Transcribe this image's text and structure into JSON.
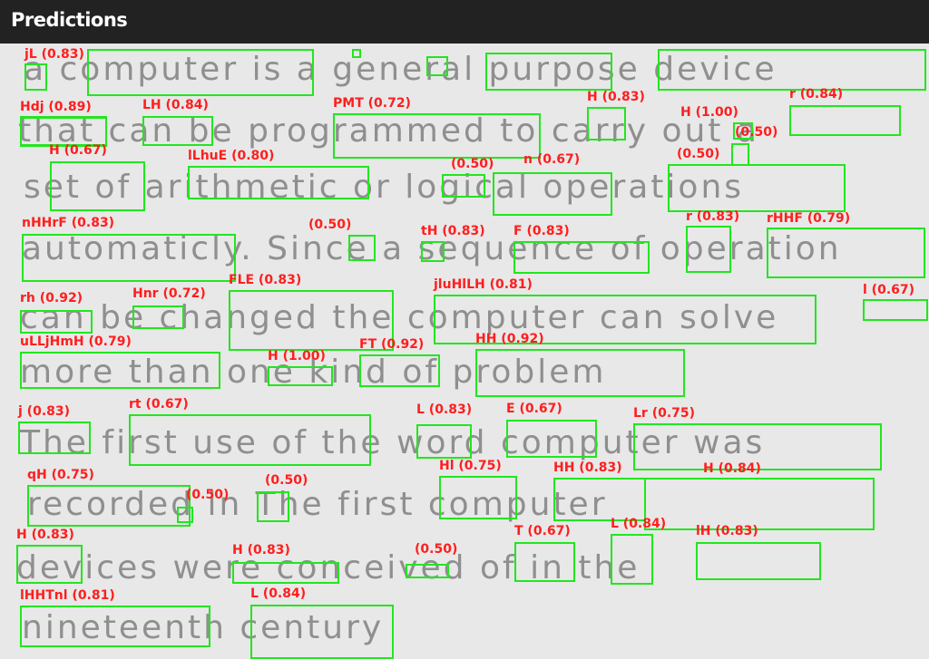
{
  "header": {
    "title": "Predictions"
  },
  "colors": {
    "box": "#22e61f",
    "label": "#ff1e1e",
    "header_bg": "#222222"
  },
  "handwriting": [
    "a computer is a general purpose device",
    "that can be programmed to carry out a",
    "set of arithmetic or logical operations",
    "automaticly. Since a sequence of operation",
    "can be changed the computer can solve",
    "more than one kind of problem",
    "The first use of the word computer was",
    "recorded in The first computer",
    "devices were conceived of in the",
    "nineteenth century"
  ],
  "detections": [
    "jL (0.83)",
    "H (0.83)",
    "LH (0.84)",
    "PMT (0.72)",
    "r (0.84)",
    "H (1.00)",
    "Hdj (0.89)",
    "(0.50)",
    "H (0.67)",
    "lLhuE (0.80)",
    "(0.50)",
    "n (0.67)",
    "(0.50)",
    "nHHrF (0.83)",
    "(0.50)",
    "tH (0.83)",
    "F (0.83)",
    "r (0.83)",
    "rHHF (0.79)",
    "FLE (0.83)",
    "jluHlLH (0.81)",
    "rh (0.92)",
    "Hnr (0.72)",
    "l (0.67)",
    "uLLjHmH (0.79)",
    "H (1.00)",
    "FT (0.92)",
    "HH (0.92)",
    "j (0.83)",
    "rt (0.67)",
    "L (0.83)",
    "E (0.67)",
    "Lr (0.75)",
    "qH (0.75)",
    "(0.50)",
    "Hl (0.75)",
    "HH (0.83)",
    "H (0.84)",
    "(0.50)",
    "H (0.83)",
    "T (0.67)",
    "L (0.84)",
    "lH (0.83)",
    "H (0.83)",
    "(0.50)",
    "lHHTnl (0.81)",
    "L (0.84)"
  ]
}
